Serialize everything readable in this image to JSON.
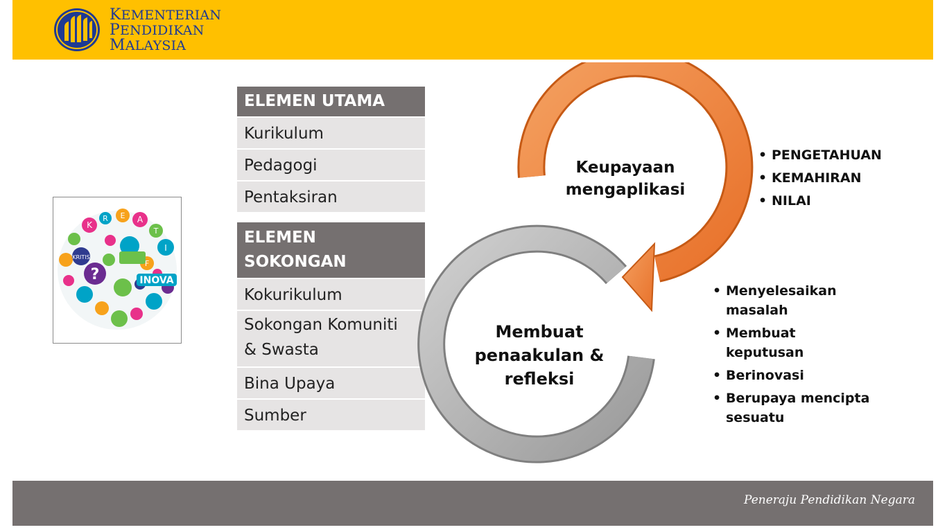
{
  "header": {
    "logo_lines": [
      {
        "cap": "K",
        "rest": "EMENTERIAN"
      },
      {
        "cap": "P",
        "rest": "ENDIDIKAN"
      },
      {
        "cap": "M",
        "rest": "ALAYSIA"
      }
    ],
    "background": "#ffc000"
  },
  "illustration": {
    "icon": "word-cloud-collage-icon",
    "words": [
      "K",
      "R",
      "E",
      "A",
      "T",
      "I",
      "F",
      "KRITIS",
      "INOVA",
      "?"
    ]
  },
  "table_utama": {
    "heading": "ELEMEN UTAMA",
    "rows": [
      "Kurikulum",
      "Pedagogi",
      "Pentaksiran"
    ]
  },
  "table_sokongan": {
    "heading_line1": "ELEMEN",
    "heading_line2": "SOKONGAN",
    "rows": [
      "Kokurikulum",
      "Sokongan Komuniti",
      "& Swasta",
      "Bina Upaya",
      "Sumber"
    ]
  },
  "cycle": {
    "top_label_line1": "Keupayaan",
    "top_label_line2": "mengaplikasi",
    "bottom_label_line1": "Membuat",
    "bottom_label_line2": "penaakulan &",
    "bottom_label_line3": "refleksi",
    "top_color": "#ed7d31",
    "bottom_color": "#a6a6a6"
  },
  "bullets_top": [
    "PENGETAHUAN",
    "KEMAHIRAN",
    "NILAI"
  ],
  "bullets_bottom": [
    {
      "line1": "Menyelesaikan",
      "line2": "masalah"
    },
    {
      "line1": "Membuat",
      "line2": "keputusan"
    },
    {
      "line1": "Berinovasi",
      "line2": ""
    },
    {
      "line1": "Berupaya mencipta",
      "line2": "sesuatu"
    }
  ],
  "footer": {
    "tagline": "Peneraju Pendidikan Negara",
    "background": "#757070"
  }
}
